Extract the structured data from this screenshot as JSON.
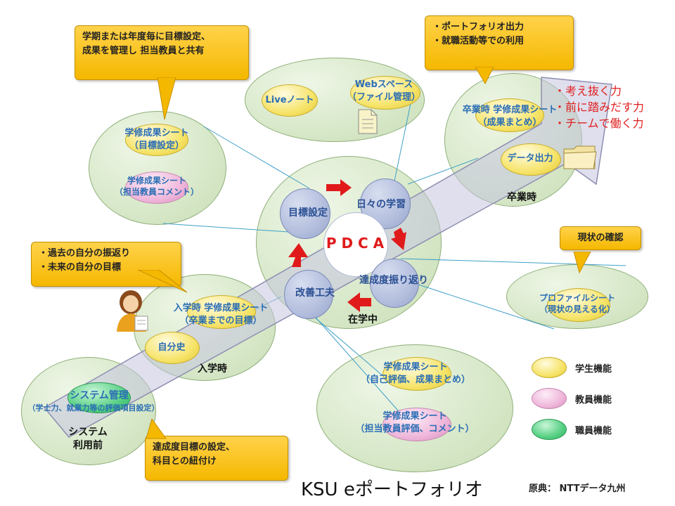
{
  "title": "KSU eポートフォリオ",
  "source": "原典： NTTデータ九州",
  "center": {
    "text": "P D C A"
  },
  "pdca": {
    "plan": "目標設定",
    "do": "日々の学習",
    "check": "達成度振り返り",
    "act": "改善工夫",
    "stage": "在学中"
  },
  "callouts": {
    "goal": "学期または年度毎に目標設定、\n成果を管理し 担当教員と共有",
    "output": "・ポートフォリオ出力\n・就職活動等での利用",
    "reflect": "・過去の自分の振返り\n・未来の自分の目標",
    "status": "現状の確認",
    "setup": "達成度目標の設定、\n科目との紐付け"
  },
  "clusters": {
    "goal": {
      "sheet1": "学修成果シート\n（目標設定）",
      "sheet2": "学修成果シート\n（担当教員コメント）"
    },
    "space": {
      "live": "Liveノート",
      "web": "Webスペース\n（ファイル管理）"
    },
    "grad": {
      "sheet": "卒業時 学修成果シート\n（成果まとめ）",
      "data": "データ出力",
      "stage": "卒業時"
    },
    "entry": {
      "sheet": "入学時 学修成果シート\n（卒業までの目標）",
      "history": "自分史",
      "stage": "入学時"
    },
    "pre": {
      "system": "システム管理",
      "system_sub": "（学士力、就業力等の評価項目設定）",
      "stage": "システム\n利用前"
    },
    "profile": {
      "sheet": "プロファイルシート\n（現状の見える化）"
    },
    "eval": {
      "sheet1": "学修成果シート\n（自己評価、成果まとめ）",
      "sheet2": "学修成果シート\n（担当教員評価、コメント）"
    }
  },
  "skills": "・考え抜く力\n・前に踏みだす力\n・チームで働く力",
  "legend": {
    "student": "学生機能",
    "teacher": "教員機能",
    "staff": "職員機能"
  },
  "colors": {
    "student": "#f6e46a",
    "teacher": "#efb6da",
    "staff": "#56d083",
    "accent": "#2a6db5",
    "callout": "#ffc72a",
    "arrow": "#e01a1a"
  },
  "icons": [
    "document-icon",
    "folder-icon",
    "student-avatar-icon",
    "red-arrow-icon"
  ]
}
